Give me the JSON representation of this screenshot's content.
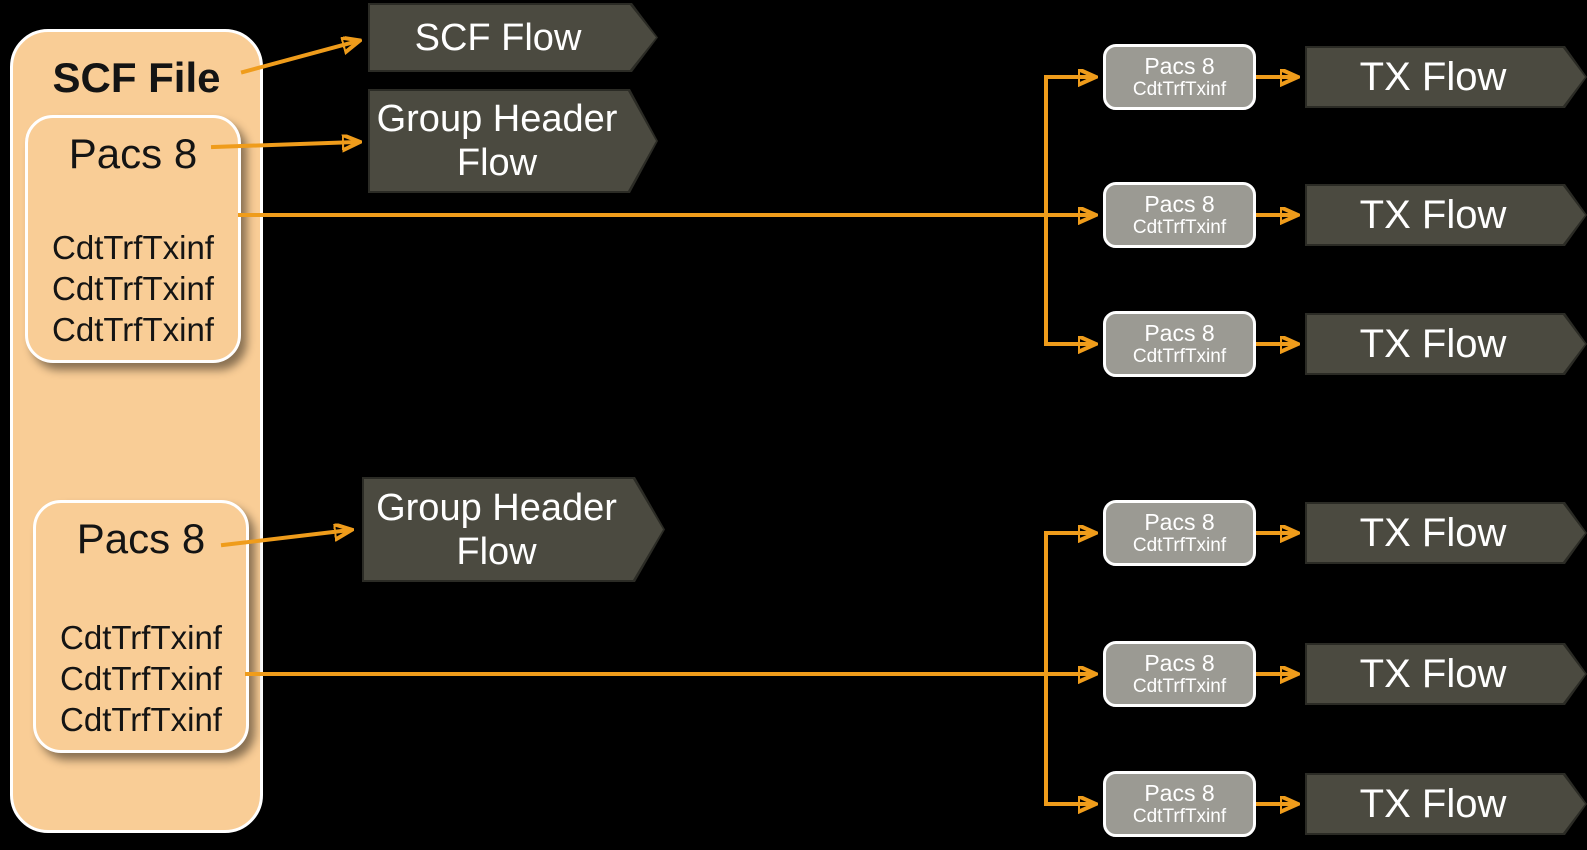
{
  "colors": {
    "background": "#000000",
    "container_fill": "#F9CD96",
    "container_border": "#FFFFFF",
    "flow_fill": "#4B4A40",
    "flow_border": "#2B2B25",
    "node_fill": "#9B9A93",
    "node_border": "#FFFFFF",
    "arrow": "#EF9C1B",
    "text_dark": "#141414",
    "text_light": "#FFFFFF"
  },
  "scf_file": {
    "title": "SCF File",
    "blocks": [
      {
        "title": "Pacs 8",
        "entries": [
          "CdtTrfTxinf",
          "CdtTrfTxinf",
          "CdtTrfTxinf"
        ]
      },
      {
        "title": "Pacs 8",
        "entries": [
          "CdtTrfTxinf",
          "CdtTrfTxinf",
          "CdtTrfTxinf"
        ]
      }
    ]
  },
  "flows": {
    "scf_flow": "SCF Flow",
    "group_header_flows": [
      "Group Header Flow",
      "Group Header Flow"
    ]
  },
  "tx_groups": [
    {
      "rows": [
        {
          "node_title": "Pacs 8",
          "node_subtitle": "CdtTrfTxinf",
          "flow_label": "TX Flow"
        },
        {
          "node_title": "Pacs 8",
          "node_subtitle": "CdtTrfTxinf",
          "flow_label": "TX Flow"
        },
        {
          "node_title": "Pacs 8",
          "node_subtitle": "CdtTrfTxinf",
          "flow_label": "TX Flow"
        }
      ]
    },
    {
      "rows": [
        {
          "node_title": "Pacs 8",
          "node_subtitle": "CdtTrfTxinf",
          "flow_label": "TX Flow"
        },
        {
          "node_title": "Pacs 8",
          "node_subtitle": "CdtTrfTxinf",
          "flow_label": "TX Flow"
        },
        {
          "node_title": "Pacs 8",
          "node_subtitle": "CdtTrfTxinf",
          "flow_label": "TX Flow"
        }
      ]
    }
  ]
}
